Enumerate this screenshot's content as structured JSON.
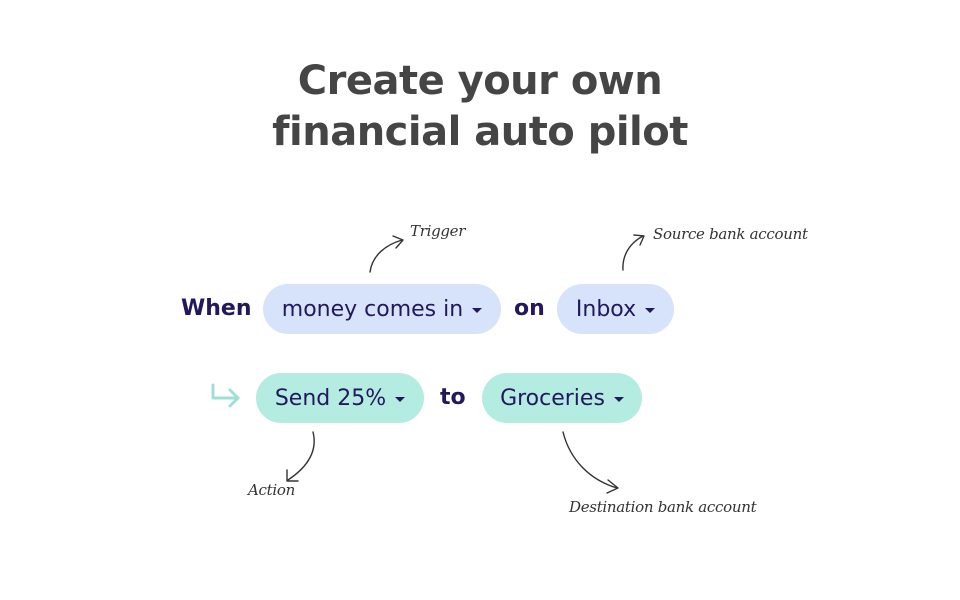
{
  "headline": {
    "line1": "Create your own",
    "line2": "financial auto pilot"
  },
  "rule": {
    "when_label": "When",
    "trigger_value": "money comes in",
    "on_label": "on",
    "source_value": "Inbox",
    "action_value": "Send 25%",
    "to_label": "to",
    "destination_value": "Groceries"
  },
  "annotations": {
    "trigger": "Trigger",
    "source": "Source bank account",
    "action": "Action",
    "destination": "Destination bank account"
  },
  "colors": {
    "blue_pill": "#d6e3fb",
    "green_pill": "#b4ece2",
    "text_navy": "#22185c",
    "headline_gray": "#454545",
    "return_arrow": "#9fe0d6"
  },
  "icons": {
    "dropdown": "chevron-down-icon",
    "return": "return-arrow-icon"
  }
}
